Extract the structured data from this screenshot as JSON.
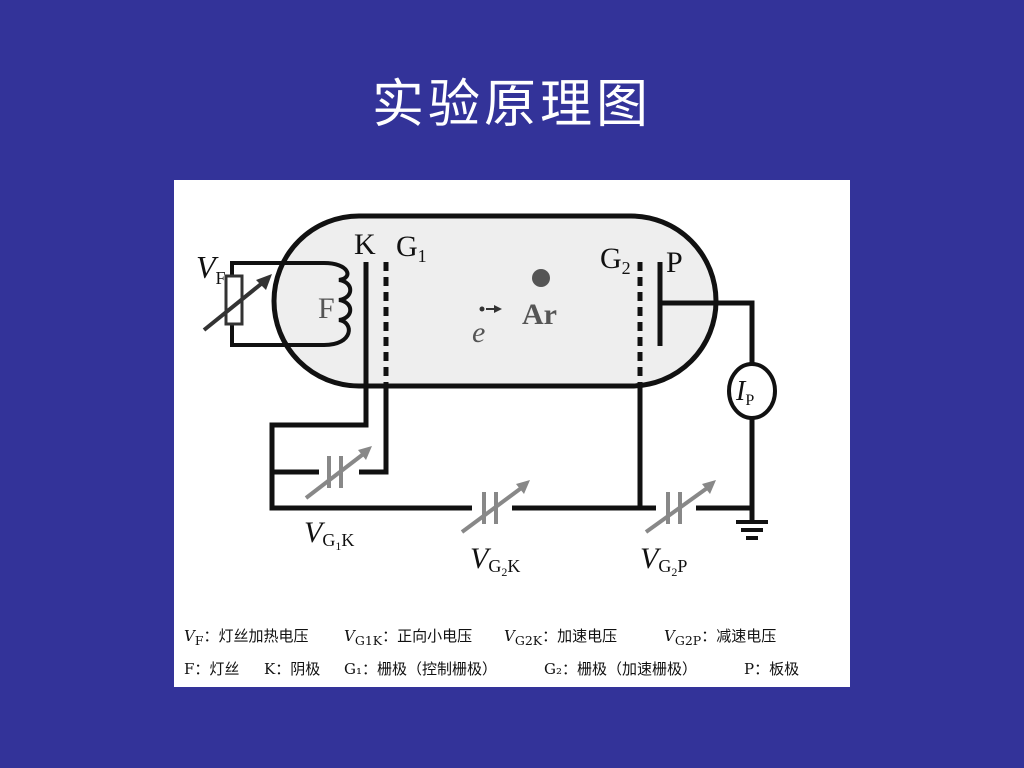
{
  "slide": {
    "title": "实验原理图"
  },
  "diagram": {
    "labels": {
      "vf_main": "V",
      "vf_sub": "F",
      "filament": "F",
      "cathode": "K",
      "g1_main": "G",
      "g1_sub": "1",
      "g2_main": "G",
      "g2_sub": "2",
      "plate": "P",
      "electron": "e",
      "argon": "Ar",
      "ip_main": "I",
      "ip_sub": "P",
      "vg1k_main": "V",
      "vg1k_sub": "G",
      "vg1k_sub2": "1",
      "vg1k_tail": "K",
      "vg2k_main": "V",
      "vg2k_sub": "G",
      "vg2k_sub2": "2",
      "vg2k_tail": "K",
      "vg2p_main": "V",
      "vg2p_sub": "G",
      "vg2p_sub2": "2",
      "vg2p_tail": "P"
    },
    "legend": {
      "row1": [
        {
          "sym": "V",
          "sub": "F",
          "text": "：灯丝加热电压"
        },
        {
          "sym": "V",
          "sub": "G1K",
          "text": "：正向小电压"
        },
        {
          "sym": "V",
          "sub": "G2K",
          "text": "：加速电压"
        },
        {
          "sym": "V",
          "sub": "G2P",
          "text": "：减速电压"
        }
      ],
      "row2": [
        {
          "text": "F：灯丝"
        },
        {
          "text": "K：阴极"
        },
        {
          "text": "G₁：栅极（控制栅极）"
        },
        {
          "text": "G₂：栅极（加速栅极）"
        },
        {
          "text": "P：板极"
        }
      ]
    }
  }
}
